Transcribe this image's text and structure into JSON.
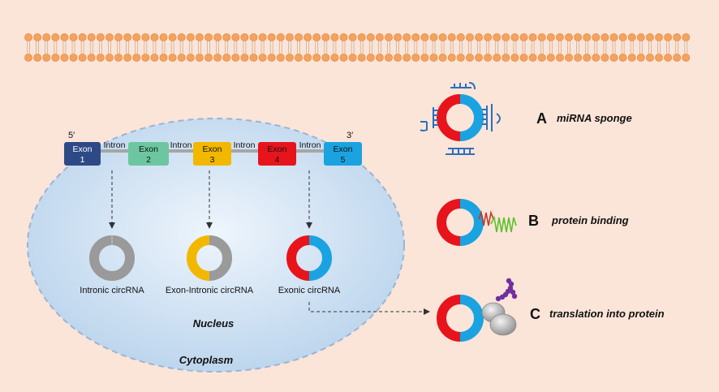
{
  "colors": {
    "background": "#fbe5d8",
    "membrane_bead": "#f5a25d",
    "nucleus_fill": "#c6ddf0",
    "nucleus_border": "#9bb4d4",
    "intron_line": "#a6a6a6",
    "exon1": "#2e4a86",
    "exon2": "#6cc7a0",
    "exon3": "#f2b800",
    "exon4": "#e8141c",
    "exon5": "#1aa3e0",
    "circ_gray": "#9a9a9a",
    "circ_red": "#e8141c",
    "circ_blue": "#1aa3e0",
    "circ_orange": "#f2b800",
    "mirna_blue": "#2f6ebd",
    "protein_red": "#c0392b",
    "protein_green": "#5cc130",
    "peptide_purple": "#7030a0"
  },
  "gene": {
    "five_prime": "5′",
    "three_prime": "3′",
    "exons": [
      {
        "line1": "Exon",
        "line2": "1",
        "color_key": "exon1"
      },
      {
        "line1": "Exon",
        "line2": "2",
        "color_key": "exon2"
      },
      {
        "line1": "Exon",
        "line2": "3",
        "color_key": "exon3"
      },
      {
        "line1": "Exon",
        "line2": "4",
        "color_key": "exon4"
      },
      {
        "line1": "Exon",
        "line2": "5",
        "color_key": "exon5"
      }
    ],
    "introns": [
      "Intron",
      "Intron",
      "Intron",
      "Intron"
    ]
  },
  "circrnas": [
    {
      "label": "Intronic circRNA"
    },
    {
      "label": "Exon-Intronic circRNA"
    },
    {
      "label": "Exonic circRNA"
    }
  ],
  "nucleus_label": "Nucleus",
  "cytoplasm_label": "Cytoplasm",
  "functions": [
    {
      "letter": "A",
      "label": "miRNA sponge"
    },
    {
      "letter": "B",
      "label": "protein binding"
    },
    {
      "letter": "C",
      "label": "translation into protein"
    }
  ]
}
